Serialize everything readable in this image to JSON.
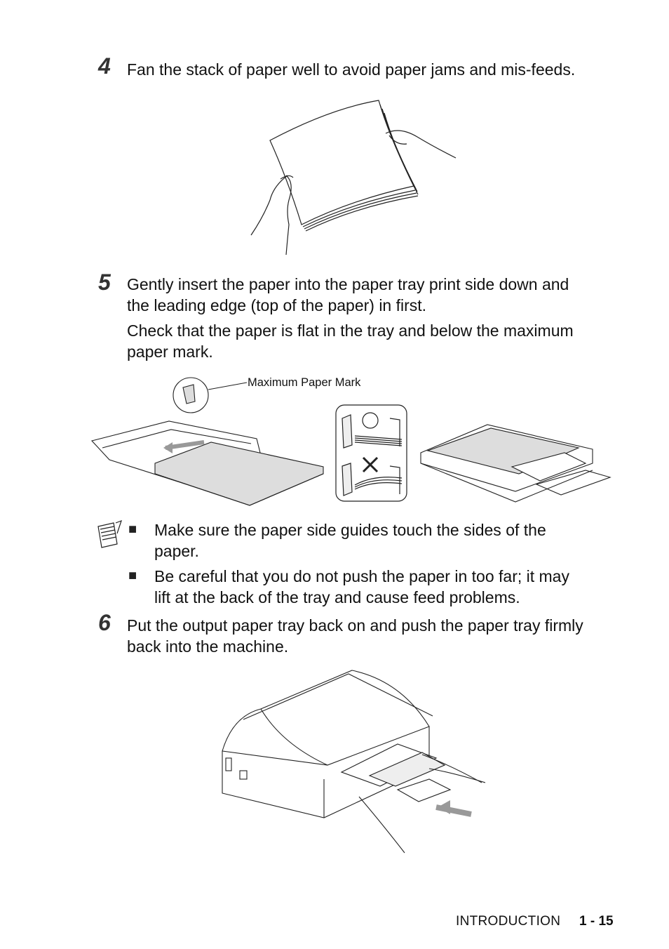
{
  "steps": [
    {
      "number": "4",
      "lines": [
        "Fan the stack of paper well to avoid paper jams and mis-feeds."
      ]
    },
    {
      "number": "5",
      "lines": [
        "Gently insert the paper into the paper tray print side down and",
        "the leading edge (top of the paper) in first."
      ],
      "extra_lines": [
        "Check that the paper is flat in the tray and below the maximum",
        "paper mark."
      ]
    },
    {
      "number": "6",
      "lines": [
        "Put the output paper tray back on and push the paper tray firmly",
        "back into the machine."
      ]
    }
  ],
  "figure_label": "Maximum Paper Mark",
  "note": {
    "icon": "note-pad-icon",
    "bullets": [
      {
        "lines": [
          "Make sure the paper side guides touch the sides of the",
          "paper."
        ]
      },
      {
        "lines": [
          "Be careful that you do not push the paper in too far; it may",
          "lift at the back of the tray and cause feed problems."
        ]
      }
    ]
  },
  "footer": {
    "section": "INTRODUCTION",
    "page": "1 - 15"
  }
}
